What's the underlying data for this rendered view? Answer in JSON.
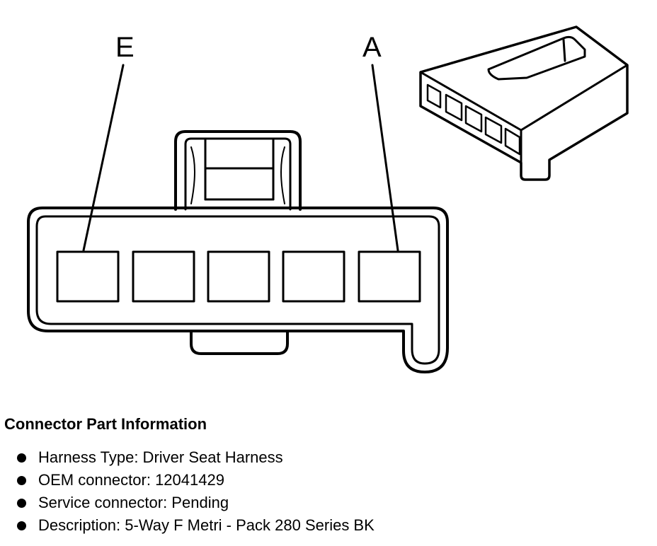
{
  "diagram": {
    "pin_labels": {
      "left": "E",
      "right": "A"
    },
    "cavity_count": 5
  },
  "info": {
    "title": "Connector Part Information",
    "items": [
      "Harness Type: Driver Seat Harness",
      "OEM connector: 12041429",
      "Service connector: Pending",
      "Description: 5-Way F Metri - Pack 280 Series BK"
    ]
  }
}
